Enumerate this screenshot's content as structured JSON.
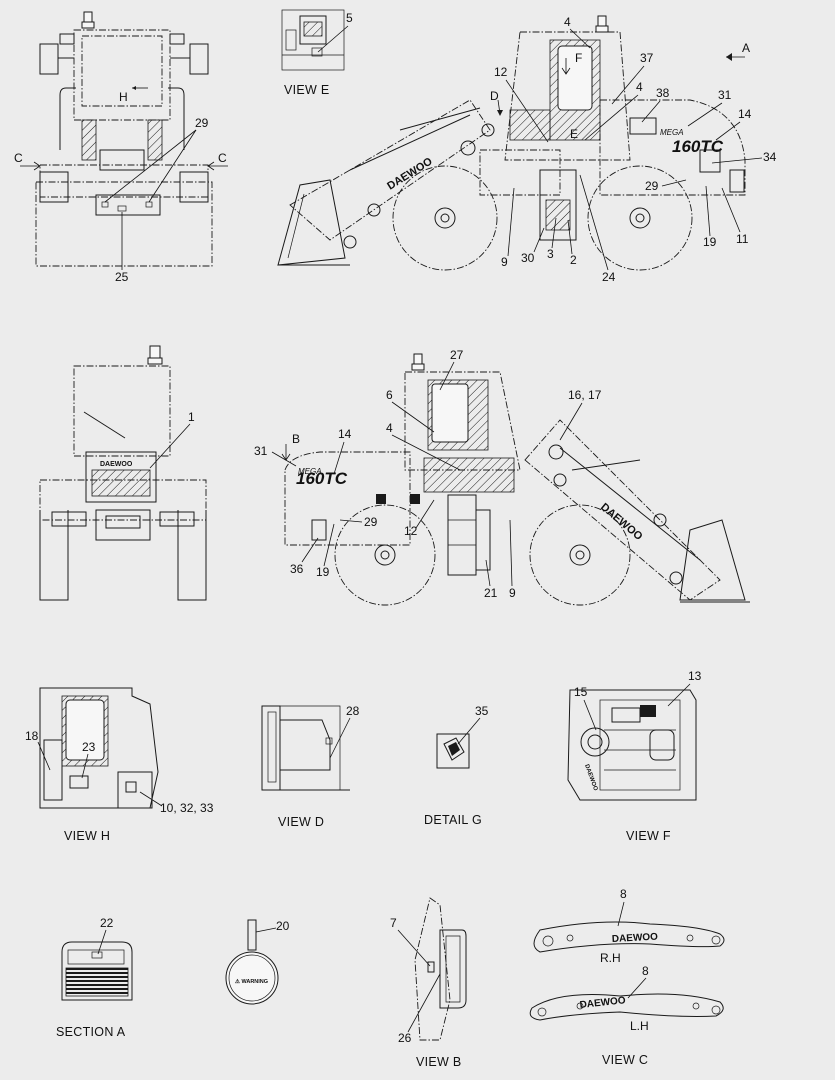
{
  "views": {
    "view_e": "VIEW  E",
    "view_h": "VIEW  H",
    "view_d": "VIEW  D",
    "detail_g": "DETAIL  G",
    "view_f": "VIEW  F",
    "section_a": "SECTION  A",
    "view_b": "VIEW  B",
    "view_c": "VIEW  C"
  },
  "sublabels": {
    "rh": "R.H",
    "lh": "L.H"
  },
  "markers": {
    "A": "A",
    "B": "B",
    "C": "C",
    "D": "D",
    "E": "E",
    "F": "F",
    "H": "H"
  },
  "decals": {
    "brand": "DAEWOO",
    "model_mega": "MEGA",
    "model": "160TC",
    "warning": "⚠ WARNING"
  },
  "callouts": {
    "c1": "1",
    "c2": "2",
    "c3": "3",
    "c4": "4",
    "c5": "5",
    "c6": "6",
    "c7": "7",
    "c8": "8",
    "c9": "9",
    "c10_32_33": "10, 32, 33",
    "c11": "11",
    "c12": "12",
    "c13": "13",
    "c14": "14",
    "c15": "15",
    "c16_17": "16, 17",
    "c18": "18",
    "c19": "19",
    "c20": "20",
    "c21": "21",
    "c22": "22",
    "c23": "23",
    "c24": "24",
    "c25": "25",
    "c26": "26",
    "c27": "27",
    "c28": "28",
    "c29": "29",
    "c30": "30",
    "c31": "31",
    "c34": "34",
    "c35": "35",
    "c36": "36",
    "c37": "37",
    "c38": "38"
  }
}
